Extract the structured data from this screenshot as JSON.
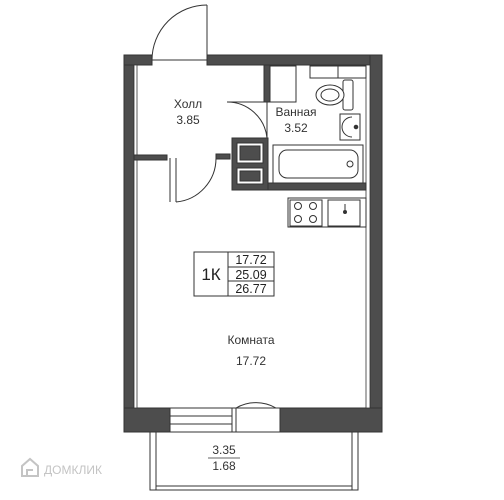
{
  "rooms": {
    "hall": {
      "name": "Холл",
      "area": "3.85"
    },
    "bathroom": {
      "name": "Ванная",
      "area": "3.52"
    },
    "living_room": {
      "name": "Комната",
      "area": "17.72"
    },
    "balcony": {
      "area": "3.35",
      "reduced_area": "1.68"
    }
  },
  "summary": {
    "type": "1К",
    "living_area": "17.72",
    "total_area": "25.09",
    "total_with_balcony": "26.77"
  },
  "watermark": {
    "text": "ДОМКЛИК",
    "icon": "house-logo-icon"
  },
  "colors": {
    "wall": "#4d4d4d",
    "line": "#333333",
    "fill": "#ffffff"
  }
}
